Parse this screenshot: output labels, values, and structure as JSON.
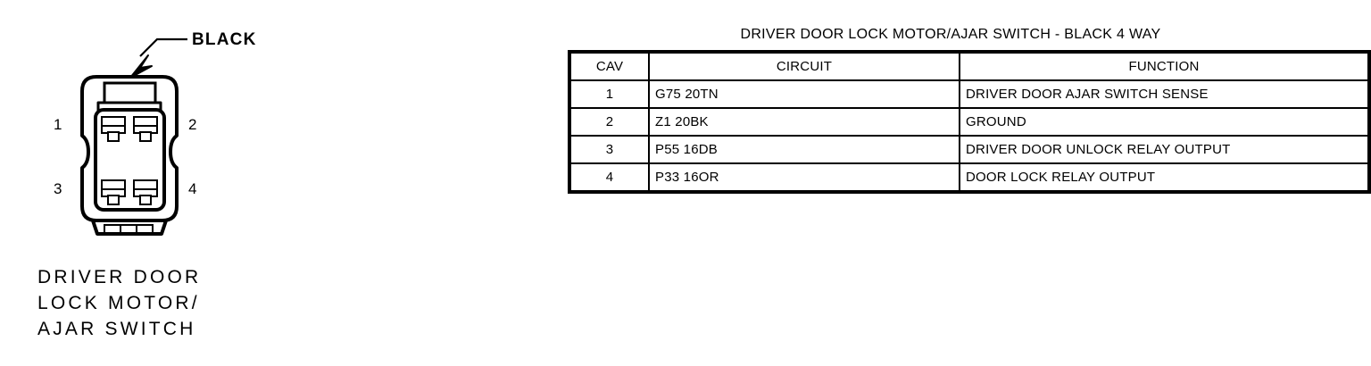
{
  "connector": {
    "color_callout": "BLACK",
    "callout_icon": "arrow-pointer-icon",
    "caption_lines": [
      "DRIVER DOOR",
      "LOCK MOTOR/",
      "AJAR SWITCH"
    ],
    "pins": [
      {
        "number": "1",
        "position": "top-left"
      },
      {
        "number": "2",
        "position": "top-right"
      },
      {
        "number": "3",
        "position": "bottom-left"
      },
      {
        "number": "4",
        "position": "bottom-right"
      }
    ],
    "cavity_count": 4,
    "line_color": "#000000",
    "body_fill": "#ffffff"
  },
  "table": {
    "title": "DRIVER DOOR LOCK MOTOR/AJAR SWITCH - BLACK 4 WAY",
    "columns": [
      "CAV",
      "CIRCUIT",
      "FUNCTION"
    ],
    "rows": [
      {
        "cav": "1",
        "circuit": "G75 20TN",
        "function": "DRIVER DOOR AJAR SWITCH SENSE"
      },
      {
        "cav": "2",
        "circuit": "Z1 20BK",
        "function": "GROUND"
      },
      {
        "cav": "3",
        "circuit": "P55 16DB",
        "function": "DRIVER DOOR UNLOCK RELAY OUTPUT"
      },
      {
        "cav": "4",
        "circuit": "P33 16OR",
        "function": "DOOR LOCK RELAY OUTPUT"
      }
    ],
    "border_color": "#000000"
  }
}
